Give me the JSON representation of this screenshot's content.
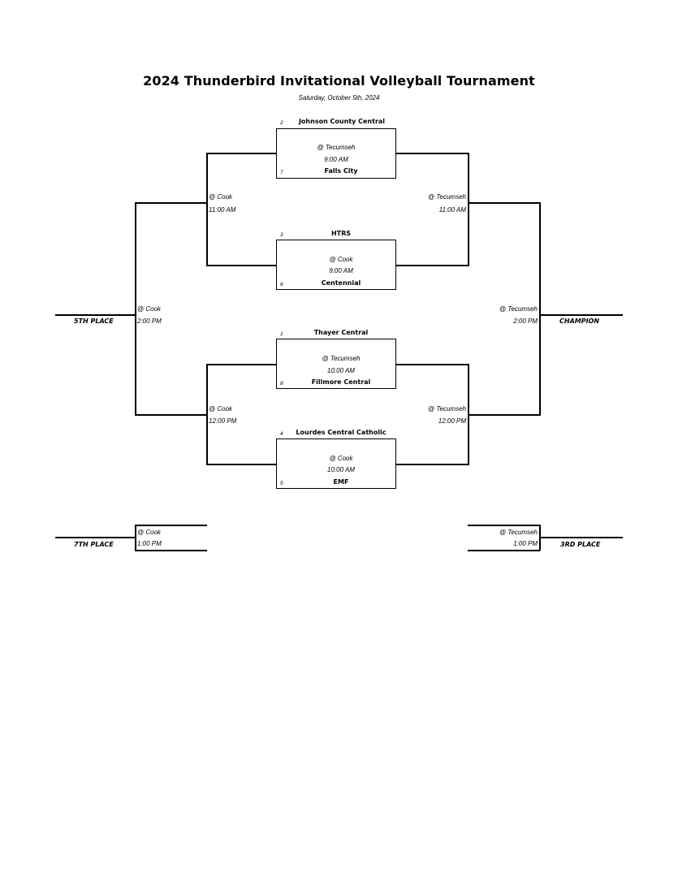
{
  "title": "2024 Thunderbird Invitational Volleyball Tournament",
  "subtitle": "Saturday, October 5th, 2024",
  "first_round": [
    {
      "top_seed": "2",
      "top_team": "Johnson County Central",
      "location": "@ Tecumseh",
      "time": "9:00 AM",
      "bottom_seed": "7",
      "bottom_team": "Falls City"
    },
    {
      "top_seed": "3",
      "top_team": "HTRS",
      "location": "@ Cook",
      "time": "9:00 AM",
      "bottom_seed": "6",
      "bottom_team": "Centennial"
    },
    {
      "top_seed": "1",
      "top_team": "Thayer Central",
      "location": "@ Tecumseh",
      "time": "10:00 AM",
      "bottom_seed": "8",
      "bottom_team": "Fillmore Central"
    },
    {
      "top_seed": "4",
      "top_team": "Lourdes Central Catholic",
      "location": "@ Cook",
      "time": "10:00 AM",
      "bottom_seed": "5",
      "bottom_team": "EMF"
    }
  ],
  "second_round": {
    "top_left": {
      "location": "@ Cook",
      "time": "11:00 AM"
    },
    "top_right": {
      "location": "@ Tecumseh",
      "time": "11:00 AM"
    },
    "bottom_left": {
      "location": "@ Cook",
      "time": "12:00 PM"
    },
    "bottom_right": {
      "location": "@ Tecumseh",
      "time": "12:00 PM"
    }
  },
  "finals": {
    "fifth": {
      "label": "5TH PLACE",
      "location": "@ Cook",
      "time": "2:00 PM"
    },
    "champion": {
      "label": "CHAMPION",
      "location": "@ Tecumseh",
      "time": "2:00 PM"
    },
    "seventh": {
      "label": "7TH PLACE",
      "location": "@ Cook",
      "time": "1:00 PM"
    },
    "third": {
      "label": "3RD PLACE",
      "location": "@ Tecumseh",
      "time": "1:00 PM"
    }
  }
}
